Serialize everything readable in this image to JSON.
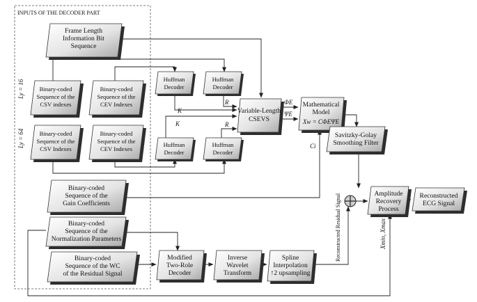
{
  "region_title": "INPUTS OF THE DECODER PART",
  "side_labels": {
    "ly16": "Ly = 16",
    "ly64": "Ly = 64"
  },
  "boxes": {
    "frame_length": [
      "Frame Length",
      "Information Bit",
      "Sequence"
    ],
    "csv16": [
      "Binary-coded",
      "Sequence of the",
      "CSV indexes"
    ],
    "cev16": [
      "Binary-coded",
      "Sequence of the",
      "CEV Indexes"
    ],
    "csv64": [
      "Binary-coded",
      "Sequence of the",
      "CSV Indexes"
    ],
    "cev64": [
      "Binary-coded",
      "Sequence of the",
      "CEV Indexes"
    ],
    "huff1": [
      "Huffman",
      "Decoder"
    ],
    "huff2": [
      "Huffman",
      "Decoder"
    ],
    "huff3": [
      "Huffman",
      "Decoder"
    ],
    "huff4": [
      "Huffman",
      "Decoder"
    ],
    "csevs": [
      "Variable-Length",
      "CSEVS"
    ],
    "math_model": [
      "Mathematical",
      "Model"
    ],
    "savitzky": [
      "Savitzky-Golay",
      "Smoothing Filter"
    ],
    "gain": [
      "Binary-coded",
      "Sequence of the",
      "Gain Coefficients"
    ],
    "norm": [
      "Binary-coded",
      "Sequence of the",
      "Normalization Parameters"
    ],
    "wc": [
      "Binary-coded",
      "Sequence of the WC",
      "of the Residual Signal"
    ],
    "two_role": [
      "Modified",
      "Two-Role",
      "Decoder"
    ],
    "wavelet": [
      "Inverse",
      "Wavelet",
      "Transform"
    ],
    "spline": [
      "Spline",
      "Interpolation",
      "↑2 upsampling"
    ],
    "amplitude": [
      "Amplitude",
      "Recovery",
      "Process"
    ],
    "ecg": [
      "Reconstructed",
      "ECG Signal"
    ]
  },
  "math_formula": "Xw = CΦEΨE",
  "wire_labels": {
    "k_top": "K",
    "k_bottom": "K",
    "r_top": "R",
    "r_bottom": "R",
    "phi": "ΦE",
    "psi": "ΨE",
    "ci": "Ci",
    "residual": "Reconstructed Residual Signal",
    "xminmax": "Xmin, Xmax"
  }
}
